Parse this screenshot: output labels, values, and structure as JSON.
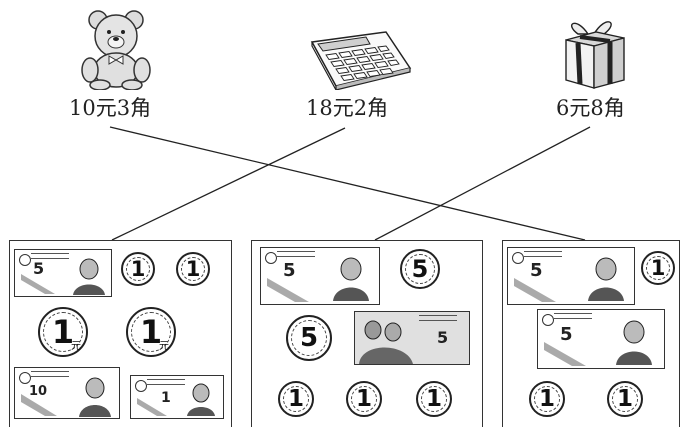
{
  "items": [
    {
      "name": "teddy-bear",
      "price": "10元3角"
    },
    {
      "name": "calculator",
      "price": "18元2角"
    },
    {
      "name": "gift-box",
      "price": "6元8角"
    }
  ],
  "denominations": {
    "five": "5",
    "one": "1",
    "ten": "10",
    "yuan": "元"
  }
}
